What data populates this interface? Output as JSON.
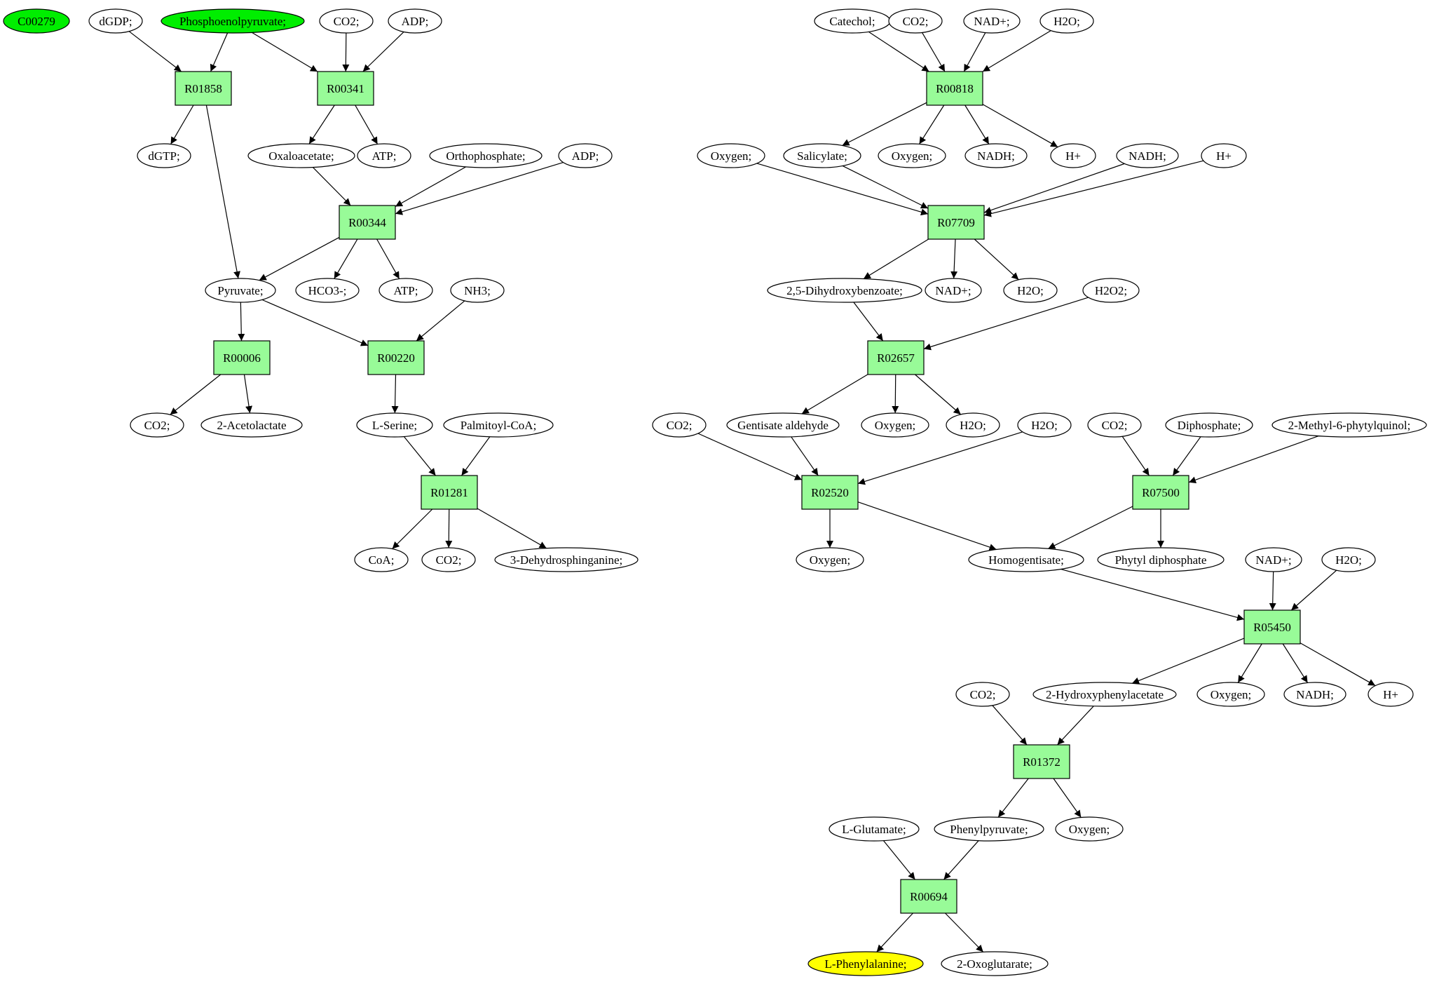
{
  "colors": {
    "reaction": "#98fb98",
    "compound": "#ffffff",
    "start": "#00ee00",
    "target": "#ffff00",
    "edge": "#000000"
  },
  "nodes": [
    {
      "id": "C00279",
      "label": "C00279",
      "kind": "start"
    },
    {
      "id": "dGDP",
      "label": "dGDP;",
      "kind": "compound"
    },
    {
      "id": "PEP",
      "label": "Phosphoenolpyruvate;",
      "kind": "start"
    },
    {
      "id": "CO2_a",
      "label": "CO2;",
      "kind": "compound"
    },
    {
      "id": "ADP_a",
      "label": "ADP;",
      "kind": "compound"
    },
    {
      "id": "R01858",
      "label": "R01858",
      "kind": "reaction"
    },
    {
      "id": "R00341",
      "label": "R00341",
      "kind": "reaction"
    },
    {
      "id": "dGTP",
      "label": "dGTP;",
      "kind": "compound"
    },
    {
      "id": "Oxaloacetate",
      "label": "Oxaloacetate;",
      "kind": "compound"
    },
    {
      "id": "ATP_a",
      "label": "ATP;",
      "kind": "compound"
    },
    {
      "id": "Orthophosphate",
      "label": "Orthophosphate;",
      "kind": "compound"
    },
    {
      "id": "ADP_b",
      "label": "ADP;",
      "kind": "compound"
    },
    {
      "id": "R00344",
      "label": "R00344",
      "kind": "reaction"
    },
    {
      "id": "Pyruvate",
      "label": "Pyruvate;",
      "kind": "compound"
    },
    {
      "id": "HCO3",
      "label": "HCO3-;",
      "kind": "compound"
    },
    {
      "id": "ATP_b",
      "label": "ATP;",
      "kind": "compound"
    },
    {
      "id": "NH3",
      "label": "NH3;",
      "kind": "compound"
    },
    {
      "id": "R00006",
      "label": "R00006",
      "kind": "reaction"
    },
    {
      "id": "R00220",
      "label": "R00220",
      "kind": "reaction"
    },
    {
      "id": "CO2_b",
      "label": "CO2;",
      "kind": "compound"
    },
    {
      "id": "Acetolactate",
      "label": "2-Acetolactate",
      "kind": "compound"
    },
    {
      "id": "LSerine",
      "label": "L-Serine;",
      "kind": "compound"
    },
    {
      "id": "PalmitoylCoA",
      "label": "Palmitoyl-CoA;",
      "kind": "compound"
    },
    {
      "id": "R01281",
      "label": "R01281",
      "kind": "reaction"
    },
    {
      "id": "CoA",
      "label": "CoA;",
      "kind": "compound"
    },
    {
      "id": "CO2_c",
      "label": "CO2;",
      "kind": "compound"
    },
    {
      "id": "Dehydrosphinganine",
      "label": "3-Dehydrosphinganine;",
      "kind": "compound"
    },
    {
      "id": "Catechol",
      "label": "Catechol;",
      "kind": "compound"
    },
    {
      "id": "CO2_d",
      "label": "CO2;",
      "kind": "compound"
    },
    {
      "id": "NADp_a",
      "label": "NAD+;",
      "kind": "compound"
    },
    {
      "id": "H2O_a",
      "label": "H2O;",
      "kind": "compound"
    },
    {
      "id": "R00818",
      "label": "R00818",
      "kind": "reaction"
    },
    {
      "id": "Oxygen_a",
      "label": "Oxygen;",
      "kind": "compound"
    },
    {
      "id": "Salicylate",
      "label": "Salicylate;",
      "kind": "compound"
    },
    {
      "id": "Oxygen_b",
      "label": "Oxygen;",
      "kind": "compound"
    },
    {
      "id": "NADH_a",
      "label": "NADH;",
      "kind": "compound"
    },
    {
      "id": "Hp_a",
      "label": "H+",
      "kind": "compound"
    },
    {
      "id": "NADH_b",
      "label": "NADH;",
      "kind": "compound"
    },
    {
      "id": "Hp_b",
      "label": "H+",
      "kind": "compound"
    },
    {
      "id": "R07709",
      "label": "R07709",
      "kind": "reaction"
    },
    {
      "id": "DHB",
      "label": "2,5-Dihydroxybenzoate;",
      "kind": "compound"
    },
    {
      "id": "NADp_b",
      "label": "NAD+;",
      "kind": "compound"
    },
    {
      "id": "H2O_b",
      "label": "H2O;",
      "kind": "compound"
    },
    {
      "id": "H2O2",
      "label": "H2O2;",
      "kind": "compound"
    },
    {
      "id": "R02657",
      "label": "R02657",
      "kind": "reaction"
    },
    {
      "id": "CO2_e",
      "label": "CO2;",
      "kind": "compound"
    },
    {
      "id": "GentAld",
      "label": "Gentisate aldehyde",
      "kind": "compound"
    },
    {
      "id": "Oxygen_c",
      "label": "Oxygen;",
      "kind": "compound"
    },
    {
      "id": "H2O_c",
      "label": "H2O;",
      "kind": "compound"
    },
    {
      "id": "H2O_d",
      "label": "H2O;",
      "kind": "compound"
    },
    {
      "id": "CO2_f",
      "label": "CO2;",
      "kind": "compound"
    },
    {
      "id": "Diphosphate",
      "label": "Diphosphate;",
      "kind": "compound"
    },
    {
      "id": "MPQ",
      "label": "2-Methyl-6-phytylquinol;",
      "kind": "compound"
    },
    {
      "id": "R02520",
      "label": "R02520",
      "kind": "reaction"
    },
    {
      "id": "R07500",
      "label": "R07500",
      "kind": "reaction"
    },
    {
      "id": "Oxygen_d",
      "label": "Oxygen;",
      "kind": "compound"
    },
    {
      "id": "Homogentisate",
      "label": "Homogentisate;",
      "kind": "compound"
    },
    {
      "id": "PhytylDP",
      "label": "Phytyl diphosphate",
      "kind": "compound"
    },
    {
      "id": "NADp_c",
      "label": "NAD+;",
      "kind": "compound"
    },
    {
      "id": "H2O_e",
      "label": "H2O;",
      "kind": "compound"
    },
    {
      "id": "R05450",
      "label": "R05450",
      "kind": "reaction"
    },
    {
      "id": "CO2_g",
      "label": "CO2;",
      "kind": "compound"
    },
    {
      "id": "HPA",
      "label": "2-Hydroxyphenylacetate",
      "kind": "compound"
    },
    {
      "id": "Oxygen_e",
      "label": "Oxygen;",
      "kind": "compound"
    },
    {
      "id": "NADH_c",
      "label": "NADH;",
      "kind": "compound"
    },
    {
      "id": "Hp_c",
      "label": "H+",
      "kind": "compound"
    },
    {
      "id": "R01372",
      "label": "R01372",
      "kind": "reaction"
    },
    {
      "id": "LGlu",
      "label": "L-Glutamate;",
      "kind": "compound"
    },
    {
      "id": "Phenylpyruvate",
      "label": "Phenylpyruvate;",
      "kind": "compound"
    },
    {
      "id": "Oxygen_f",
      "label": "Oxygen;",
      "kind": "compound"
    },
    {
      "id": "R00694",
      "label": "R00694",
      "kind": "reaction"
    },
    {
      "id": "LPhe",
      "label": "L-Phenylalanine;",
      "kind": "target"
    },
    {
      "id": "Oxoglutarate",
      "label": "2-Oxoglutarate;",
      "kind": "compound"
    }
  ],
  "edges": [
    [
      "dGDP",
      "R01858"
    ],
    [
      "PEP",
      "R01858"
    ],
    [
      "R01858",
      "dGTP"
    ],
    [
      "R01858",
      "Pyruvate"
    ],
    [
      "PEP",
      "R00341"
    ],
    [
      "CO2_a",
      "R00341"
    ],
    [
      "ADP_a",
      "R00341"
    ],
    [
      "R00341",
      "Oxaloacetate"
    ],
    [
      "R00341",
      "ATP_a"
    ],
    [
      "Oxaloacetate",
      "R00344"
    ],
    [
      "Orthophosphate",
      "R00344"
    ],
    [
      "ADP_b",
      "R00344"
    ],
    [
      "R00344",
      "Pyruvate"
    ],
    [
      "R00344",
      "HCO3"
    ],
    [
      "R00344",
      "ATP_b"
    ],
    [
      "Pyruvate",
      "R00006"
    ],
    [
      "R00006",
      "CO2_b"
    ],
    [
      "R00006",
      "Acetolactate"
    ],
    [
      "Pyruvate",
      "R00220"
    ],
    [
      "NH3",
      "R00220"
    ],
    [
      "R00220",
      "LSerine"
    ],
    [
      "LSerine",
      "R01281"
    ],
    [
      "PalmitoylCoA",
      "R01281"
    ],
    [
      "R01281",
      "CoA"
    ],
    [
      "R01281",
      "CO2_c"
    ],
    [
      "R01281",
      "Dehydrosphinganine"
    ],
    [
      "Catechol",
      "R00818"
    ],
    [
      "CO2_d",
      "R00818"
    ],
    [
      "NADp_a",
      "R00818"
    ],
    [
      "H2O_a",
      "R00818"
    ],
    [
      "R00818",
      "Salicylate"
    ],
    [
      "R00818",
      "Oxygen_b"
    ],
    [
      "R00818",
      "NADH_a"
    ],
    [
      "R00818",
      "Hp_a"
    ],
    [
      "Oxygen_a",
      "R07709"
    ],
    [
      "Salicylate",
      "R07709"
    ],
    [
      "NADH_b",
      "R07709"
    ],
    [
      "Hp_b",
      "R07709"
    ],
    [
      "R07709",
      "DHB"
    ],
    [
      "R07709",
      "NADp_b"
    ],
    [
      "R07709",
      "H2O_b"
    ],
    [
      "DHB",
      "R02657"
    ],
    [
      "H2O2",
      "R02657"
    ],
    [
      "R02657",
      "GentAld"
    ],
    [
      "R02657",
      "Oxygen_c"
    ],
    [
      "R02657",
      "H2O_c"
    ],
    [
      "CO2_e",
      "R02520"
    ],
    [
      "GentAld",
      "R02520"
    ],
    [
      "H2O_d",
      "R02520"
    ],
    [
      "R02520",
      "Oxygen_d"
    ],
    [
      "R02520",
      "Homogentisate"
    ],
    [
      "CO2_f",
      "R07500"
    ],
    [
      "Diphosphate",
      "R07500"
    ],
    [
      "MPQ",
      "R07500"
    ],
    [
      "R07500",
      "Homogentisate"
    ],
    [
      "R07500",
      "PhytylDP"
    ],
    [
      "Homogentisate",
      "R05450"
    ],
    [
      "NADp_c",
      "R05450"
    ],
    [
      "H2O_e",
      "R05450"
    ],
    [
      "R05450",
      "HPA"
    ],
    [
      "R05450",
      "Oxygen_e"
    ],
    [
      "R05450",
      "NADH_c"
    ],
    [
      "R05450",
      "Hp_c"
    ],
    [
      "CO2_g",
      "R01372"
    ],
    [
      "HPA",
      "R01372"
    ],
    [
      "R01372",
      "Phenylpyruvate"
    ],
    [
      "R01372",
      "Oxygen_f"
    ],
    [
      "LGlu",
      "R00694"
    ],
    [
      "Phenylpyruvate",
      "R00694"
    ],
    [
      "R00694",
      "LPhe"
    ],
    [
      "R00694",
      "Oxoglutarate"
    ]
  ]
}
